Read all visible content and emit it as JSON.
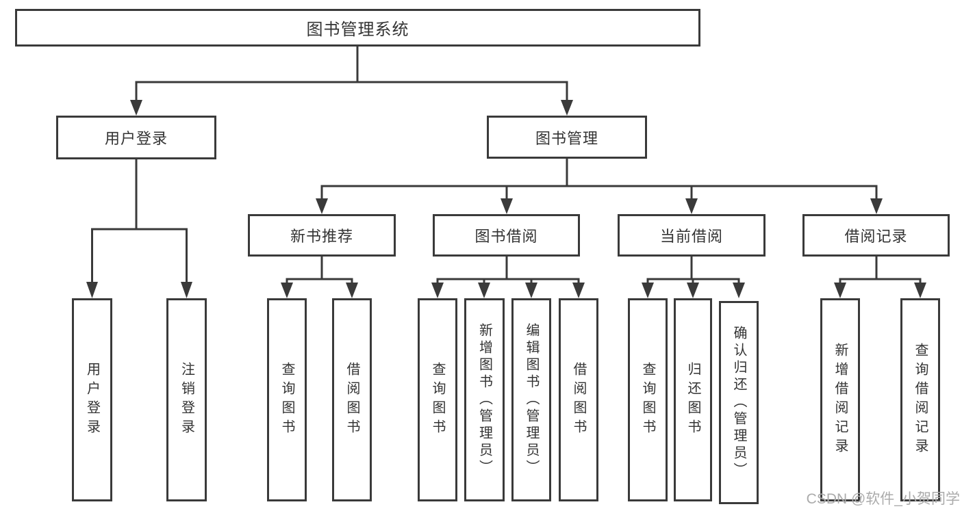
{
  "title": "图书管理系统",
  "watermark": "CSDN @软件_小贺同学",
  "colors": {
    "line": "#3a3a3a",
    "text": "#333333",
    "watermark": "#ababab",
    "background": "#ffffff"
  },
  "nodes": {
    "root": {
      "label": "图书管理系统"
    },
    "level2": {
      "user_login": {
        "label": "用户登录"
      },
      "book_management": {
        "label": "图书管理"
      }
    },
    "level3": {
      "new_book_recommend": {
        "label": "新书推荐"
      },
      "book_borrow": {
        "label": "图书借阅"
      },
      "current_borrow": {
        "label": "当前借阅"
      },
      "borrow_records": {
        "label": "借阅记录"
      }
    },
    "leaves": {
      "user_login_leaf": {
        "label": "用户登录"
      },
      "logout": {
        "label": "注销登录"
      },
      "nb_query_books": {
        "label": "查询图书"
      },
      "nb_borrow_books": {
        "label": "借阅图书"
      },
      "bb_query_books": {
        "label": "查询图书"
      },
      "bb_add_books": {
        "label": "新增图书（管理员）"
      },
      "bb_edit_books": {
        "label": "编辑图书（管理员）"
      },
      "bb_borrow_books": {
        "label": "借阅图书"
      },
      "cb_query_books": {
        "label": "查询图书"
      },
      "cb_return_books": {
        "label": "归还图书"
      },
      "cb_confirm_return": {
        "label": "确认归还（管理员）"
      },
      "br_add_record": {
        "label": "新增借阅记录"
      },
      "br_query_record": {
        "label": "查询借阅记录"
      }
    }
  }
}
